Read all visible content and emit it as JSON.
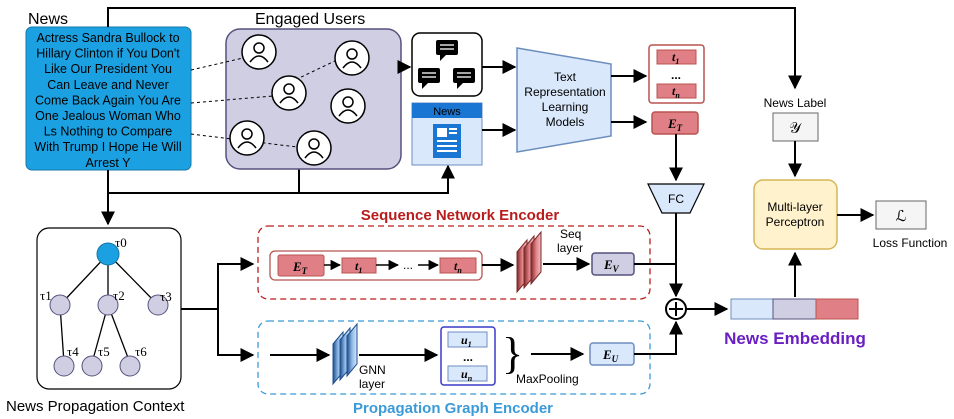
{
  "news": {
    "heading": "News",
    "lines": [
      "Actress Sandra Bullock to",
      "Hillary Clinton if You Don't",
      "Like Our President You",
      "Can Leave and Never",
      "Come Back Again You Are",
      "One Jealous Woman Who",
      "Ls Nothing to Compare",
      "With Trump I Hope He Will",
      "Arrest Y"
    ]
  },
  "engaged_users": {
    "label": "Engaged Users"
  },
  "news_doc_icon": {
    "label": "News"
  },
  "text_models": {
    "lines": [
      "Text",
      "Representation",
      "Learning",
      "Models"
    ]
  },
  "tokens_top": {
    "t1": "t",
    "t1_sub": "1",
    "dots": "...",
    "tn": "t",
    "tn_sub": "n"
  },
  "et_top": {
    "main": "E",
    "sub": "T"
  },
  "fc": {
    "label": "FC"
  },
  "news_label": {
    "label": "News Label",
    "symbol": "𝒴"
  },
  "mlp": {
    "lines": [
      "Multi-layer",
      "Perceptron"
    ]
  },
  "loss": {
    "symbol": "ℒ",
    "label": "Loss Function"
  },
  "seq_encoder": {
    "title": "Sequence Network Encoder",
    "et_main": "E",
    "et_sub": "T",
    "t1": "t",
    "t1_sub": "1",
    "dots": "...",
    "tn": "t",
    "tn_sub": "n",
    "layer_label_1": "Seq",
    "layer_label_2": "layer",
    "ev_main": "E",
    "ev_sub": "V"
  },
  "graph_encoder": {
    "title": "Propagation Graph Encoder",
    "gnn_label_1": "GNN",
    "gnn_label_2": "layer",
    "u1": "u",
    "u1_sub": "1",
    "dots": "...",
    "un": "u",
    "un_sub": "n",
    "maxpool": "MaxPooling",
    "eu_main": "E",
    "eu_sub": "U"
  },
  "propagation": {
    "label": "News Propagation Context",
    "nodes": [
      "τ0",
      "τ1",
      "τ2",
      "τ3",
      "τ4",
      "τ5",
      "τ6"
    ]
  },
  "news_embedding": {
    "label": "News Embedding"
  },
  "colors": {
    "news_blue": "#1ba1e2",
    "users_bg": "#d0cee2",
    "node_purple": "#d0cee2",
    "token_red": "#e07f85",
    "token_border": "#b85450",
    "mlp_yellow": "#fff2cc",
    "seq_title": "#b91c1c",
    "graph_title": "#3b9bd8",
    "embedding_title": "#6a1fc2",
    "emb_blue": "#dae8fc",
    "emb_purple": "#d0cee2",
    "emb_red": "#e07f85"
  }
}
